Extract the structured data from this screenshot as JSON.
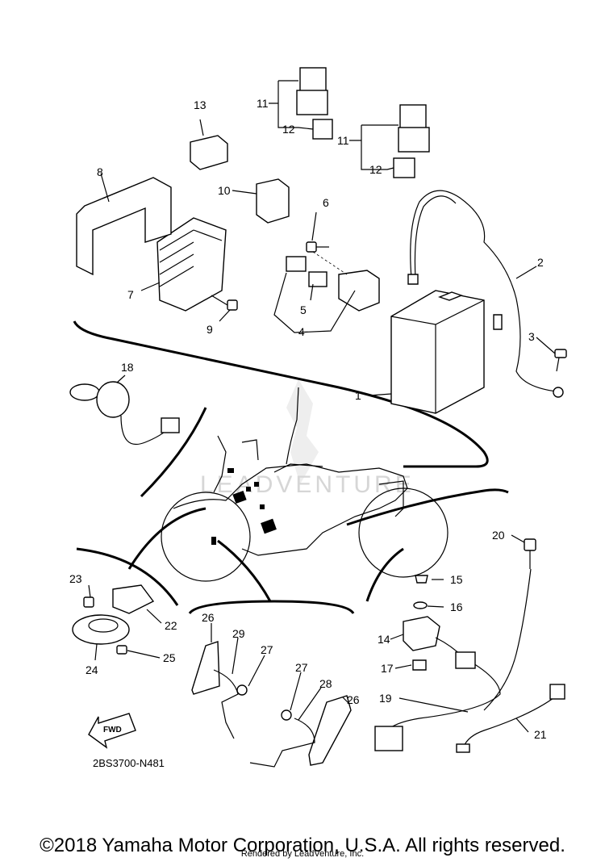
{
  "watermark": "LEADVENTURE",
  "diagram_code": "2BS3700-N481",
  "fwd_label": "FWD",
  "copyright": "©2018 Yamaha Motor Corporation, U.S.A. All rights reserved.",
  "rendered_by": "Rendered by LeadVenture, Inc.",
  "callouts": [
    "1",
    "2",
    "3",
    "4",
    "5",
    "6",
    "7",
    "8",
    "9",
    "10",
    "11",
    "12",
    "11",
    "12",
    "13",
    "14",
    "15",
    "16",
    "17",
    "18",
    "19",
    "20",
    "21",
    "22",
    "23",
    "24",
    "25",
    "26",
    "26",
    "27",
    "27",
    "28",
    "29"
  ]
}
